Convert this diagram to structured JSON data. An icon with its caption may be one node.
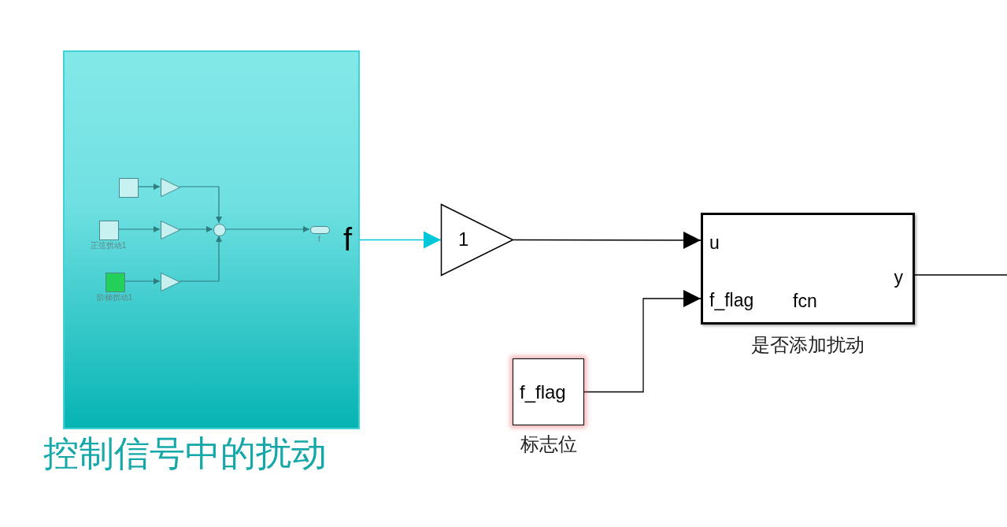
{
  "diagram": {
    "nodes": [
      {
        "text": [
          "f"
        ],
        "beside": [
          "控制信号中的扰动"
        ]
      },
      {
        "text": [],
        "shape": "box",
        "in": 0
      },
      {
        "text": [],
        "shape": "box",
        "in": 0,
        "beside": [
          "正弦扰动1"
        ]
      },
      {
        "text": [],
        "shape": "box",
        "in": 0,
        "beside": [
          "阶梯扰动1"
        ]
      },
      {
        "text": [],
        "shape": "triangle",
        "in": 0
      },
      {
        "text": [],
        "shape": "triangle",
        "in": 0
      },
      {
        "text": [],
        "shape": "triangle",
        "in": 0
      },
      {
        "text": [],
        "shape": "circle",
        "in": 0
      },
      {
        "text": [],
        "shape": "box",
        "in": 0,
        "beside": [
          "f"
        ]
      },
      {
        "text": [
          "1"
        ]
      },
      {
        "text": [
          "u",
          "f_flag",
          "fcn",
          "y"
        ],
        "beside": [
          "是否添加扰动"
        ]
      },
      {
        "text": [
          "f_flag"
        ],
        "beside": [
          "标志位"
        ]
      }
    ],
    "edges": [
      {
        "from": 1,
        "to": 4,
        "arrow": "to"
      },
      {
        "from": 2,
        "to": 5,
        "arrow": "to"
      },
      {
        "from": 3,
        "to": 6,
        "arrow": "to"
      },
      {
        "from": 4,
        "to": 7,
        "arrow": "to"
      },
      {
        "from": 5,
        "to": 7,
        "arrow": "to"
      },
      {
        "from": 6,
        "to": 7,
        "arrow": "to"
      },
      {
        "from": 7,
        "to": 8,
        "arrow": "to"
      },
      {
        "from": 0,
        "to": 9,
        "arrow": "to",
        "color": "#00c8d8"
      },
      {
        "from": 9,
        "to": 10,
        "arrow": "to",
        "color": "#000000"
      },
      {
        "from": 11,
        "to": 10,
        "arrow": "to",
        "color": "#000000"
      },
      {
        "from": 10,
        "to": null,
        "arrow": "none",
        "color": "#000000"
      }
    ]
  }
}
